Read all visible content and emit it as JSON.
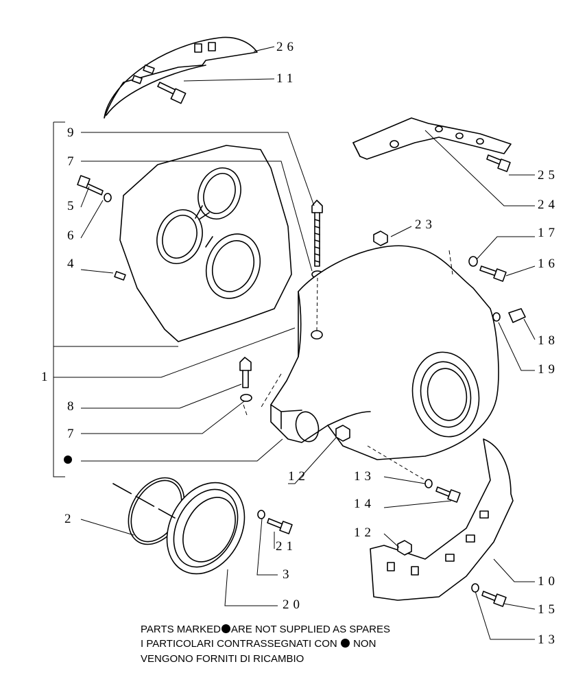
{
  "callouts": {
    "c1": "1",
    "c2": "2",
    "c3": "3",
    "c4": "4",
    "c5": "5",
    "c6": "6",
    "c7a": "7",
    "c7b": "7",
    "c8": "8",
    "c9": "9",
    "c10": "10",
    "c11": "11",
    "c12a": "12",
    "c12b": "12",
    "c13a": "13",
    "c13b": "13",
    "c14": "14",
    "c15": "15",
    "c16": "16",
    "c17": "17",
    "c18": "18",
    "c19": "19",
    "c20": "20",
    "c21": "21",
    "c23": "23",
    "c24": "24",
    "c25": "25",
    "c26": "26"
  },
  "note": {
    "line1_before": "PARTS MARKED",
    "line1_after": "ARE NOT SUPPLIED AS SPARES",
    "line2_before": "I  PARTICOLARI  CONTRASSEGNATI  CON",
    "line2_after": "NON",
    "line3": "VENGONO FORNITI DI RICAMBIO"
  }
}
